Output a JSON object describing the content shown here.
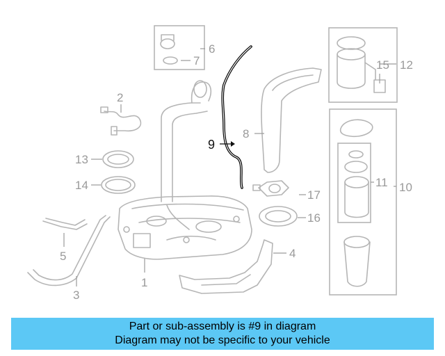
{
  "diagram": {
    "highlighted_part": "9",
    "callouts": [
      "1",
      "2",
      "3",
      "4",
      "5",
      "6",
      "7",
      "8",
      "9",
      "10",
      "11",
      "12",
      "13",
      "14",
      "15",
      "16",
      "17"
    ]
  },
  "banner": {
    "line1": "Part or sub-assembly is #9 in diagram",
    "line2": "Diagram may not be specific to your vehicle",
    "color": "#5cc8f5"
  }
}
